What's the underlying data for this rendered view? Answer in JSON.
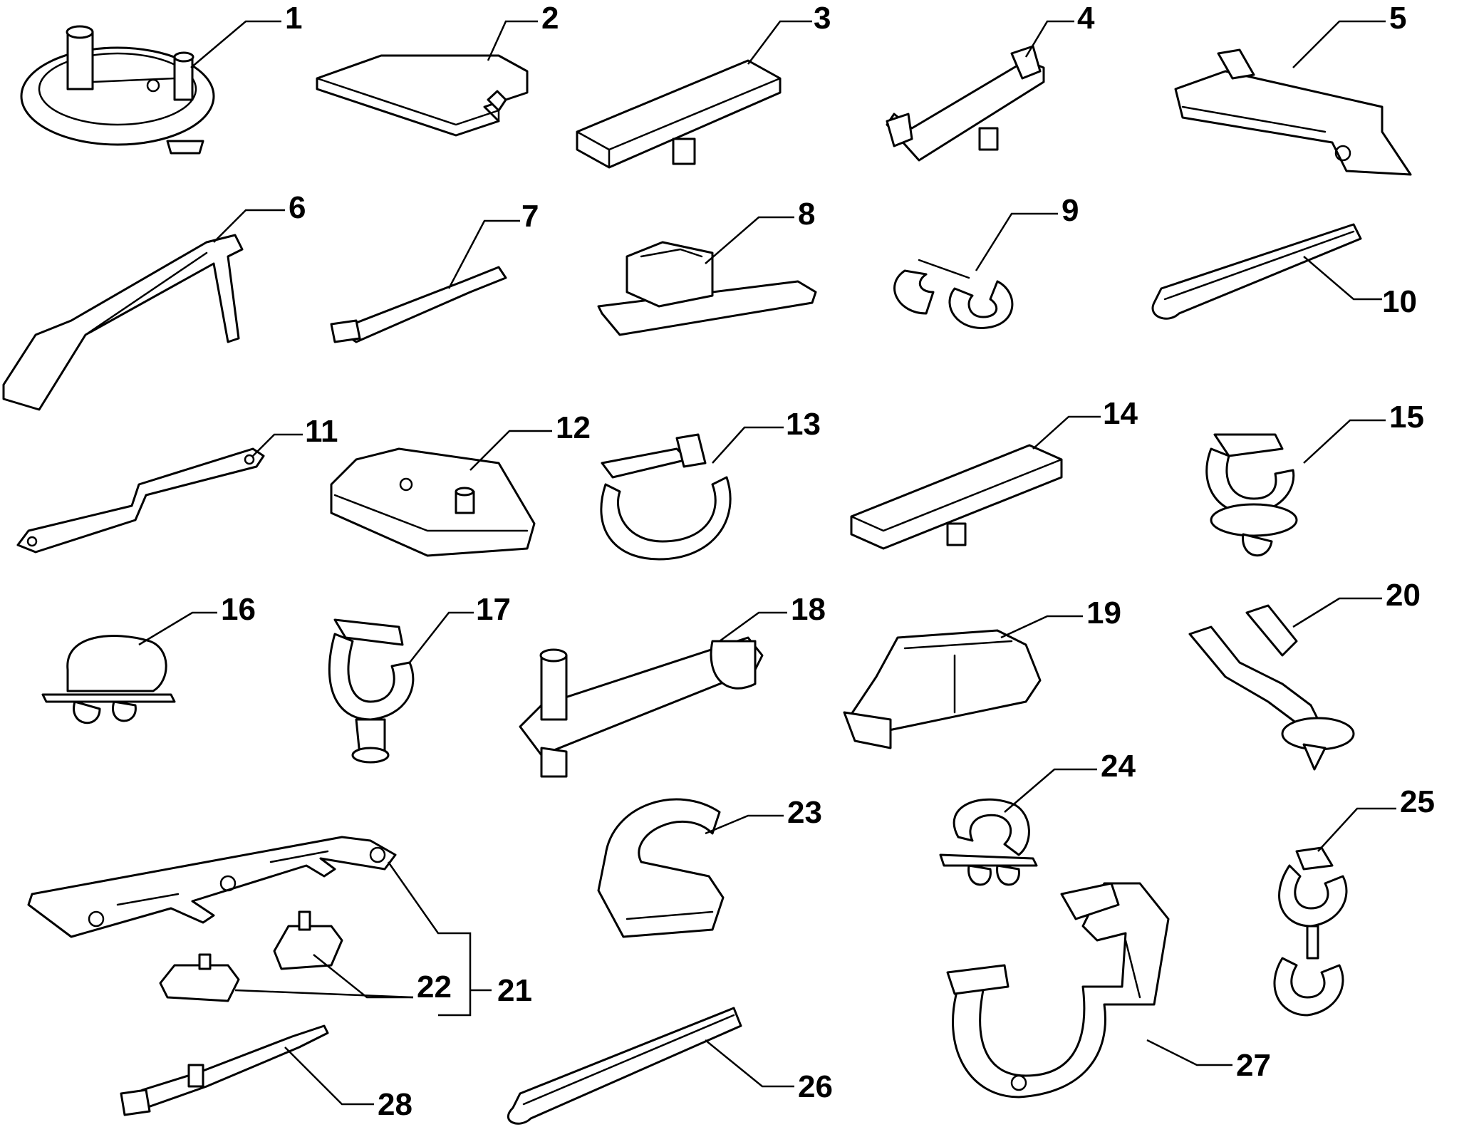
{
  "parts": [
    {
      "id": "1",
      "label": "1"
    },
    {
      "id": "2",
      "label": "2"
    },
    {
      "id": "3",
      "label": "3"
    },
    {
      "id": "4",
      "label": "4"
    },
    {
      "id": "5",
      "label": "5"
    },
    {
      "id": "6",
      "label": "6"
    },
    {
      "id": "7",
      "label": "7"
    },
    {
      "id": "8",
      "label": "8"
    },
    {
      "id": "9",
      "label": "9"
    },
    {
      "id": "10",
      "label": "10"
    },
    {
      "id": "11",
      "label": "11"
    },
    {
      "id": "12",
      "label": "12"
    },
    {
      "id": "13",
      "label": "13"
    },
    {
      "id": "14",
      "label": "14"
    },
    {
      "id": "15",
      "label": "15"
    },
    {
      "id": "16",
      "label": "16"
    },
    {
      "id": "17",
      "label": "17"
    },
    {
      "id": "18",
      "label": "18"
    },
    {
      "id": "19",
      "label": "19"
    },
    {
      "id": "20",
      "label": "20"
    },
    {
      "id": "21",
      "label": "21"
    },
    {
      "id": "22",
      "label": "22"
    },
    {
      "id": "23",
      "label": "23"
    },
    {
      "id": "24",
      "label": "24"
    },
    {
      "id": "25",
      "label": "25"
    },
    {
      "id": "26",
      "label": "26"
    },
    {
      "id": "27",
      "label": "27"
    },
    {
      "id": "28",
      "label": "28"
    }
  ]
}
